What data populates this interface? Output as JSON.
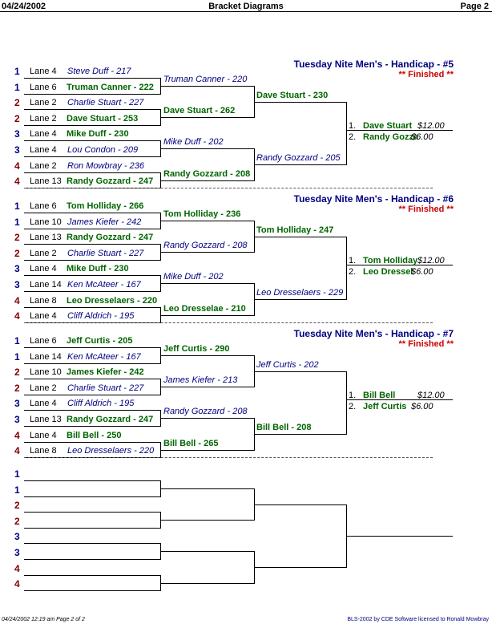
{
  "header": {
    "date": "04/24/2002",
    "title": "Bracket Diagrams",
    "page": "Page 2"
  },
  "footer": {
    "left": "04/24/2002  12:19 am  Page 2 of 2",
    "right": "BLS-2002 by CDE Software licensed to Ronald Mowbray"
  },
  "brackets": [
    {
      "title": "Tuesday Nite Men's - Handicap - #5",
      "status": "** Finished **",
      "r1": [
        {
          "seed": "1",
          "lane": "Lane 4",
          "name": "Steve Duff",
          "score": "217",
          "win": false
        },
        {
          "seed": "1",
          "lane": "Lane 6",
          "name": "Truman Canner",
          "score": "222",
          "win": true
        },
        {
          "seed": "2",
          "lane": "Lane 2",
          "name": "Charlie Stuart",
          "score": "227",
          "win": false
        },
        {
          "seed": "2",
          "lane": "Lane 2",
          "name": "Dave Stuart",
          "score": "253",
          "win": true
        },
        {
          "seed": "3",
          "lane": "Lane 4",
          "name": "Mike Duff",
          "score": "230",
          "win": true
        },
        {
          "seed": "3",
          "lane": "Lane 4",
          "name": "Lou Condon",
          "score": "209",
          "win": false
        },
        {
          "seed": "4",
          "lane": "Lane 2",
          "name": "Ron Mowbray",
          "score": "236",
          "win": false
        },
        {
          "seed": "4",
          "lane": "Lane 13",
          "name": "Randy Gozzard",
          "score": "247",
          "win": true
        }
      ],
      "r2": [
        {
          "text": "Truman Canner  - 220",
          "win": false
        },
        {
          "text": "Dave Stuart  - 262",
          "win": true
        },
        {
          "text": "Mike Duff  - 202",
          "win": false
        },
        {
          "text": "Randy Gozzard  - 208",
          "win": true
        }
      ],
      "r3": [
        {
          "text": "Dave Stuart  - 230",
          "win": true
        },
        {
          "text": "Randy Gozzard  - 205",
          "win": false
        }
      ],
      "prizes": [
        {
          "place": "1.",
          "name": "Dave Stuart",
          "amount": "$12.00"
        },
        {
          "place": "2.",
          "name": "Randy Gozza",
          "amount": "$6.00"
        }
      ]
    },
    {
      "title": "Tuesday Nite Men's - Handicap - #6",
      "status": "** Finished **",
      "r1": [
        {
          "seed": "1",
          "lane": "Lane 6",
          "name": "Tom Holliday",
          "score": "266",
          "win": true
        },
        {
          "seed": "1",
          "lane": "Lane 10",
          "name": "James Kiefer",
          "score": "242",
          "win": false
        },
        {
          "seed": "2",
          "lane": "Lane 13",
          "name": "Randy Gozzard",
          "score": "247",
          "win": true
        },
        {
          "seed": "2",
          "lane": "Lane 2",
          "name": "Charlie Stuart",
          "score": "227",
          "win": false
        },
        {
          "seed": "3",
          "lane": "Lane 4",
          "name": "Mike Duff",
          "score": "230",
          "win": true
        },
        {
          "seed": "3",
          "lane": "Lane 14",
          "name": "Ken McAteer",
          "score": "167",
          "win": false
        },
        {
          "seed": "4",
          "lane": "Lane 8",
          "name": "Leo Dresselaers",
          "score": "220",
          "win": true
        },
        {
          "seed": "4",
          "lane": "Lane 4",
          "name": "Cliff Aldrich",
          "score": "195",
          "win": false
        }
      ],
      "r2": [
        {
          "text": "Tom Holliday  - 236",
          "win": true
        },
        {
          "text": "Randy Gozzard  - 208",
          "win": false
        },
        {
          "text": "Mike Duff  - 202",
          "win": false
        },
        {
          "text": "Leo Dresselae  - 210",
          "win": true
        }
      ],
      "r3": [
        {
          "text": "Tom Holliday  - 247",
          "win": true
        },
        {
          "text": "Leo Dresselaers  - 229",
          "win": false
        }
      ],
      "prizes": [
        {
          "place": "1.",
          "name": "Tom Holliday",
          "amount": "$12.00"
        },
        {
          "place": "2.",
          "name": "Leo Dressel",
          "amount": "$6.00"
        }
      ]
    },
    {
      "title": "Tuesday Nite Men's - Handicap - #7",
      "status": "** Finished **",
      "r1": [
        {
          "seed": "1",
          "lane": "Lane 6",
          "name": "Jeff Curtis",
          "score": "205",
          "win": true
        },
        {
          "seed": "1",
          "lane": "Lane 14",
          "name": "Ken McAteer",
          "score": "167",
          "win": false
        },
        {
          "seed": "2",
          "lane": "Lane 10",
          "name": "James Kiefer",
          "score": "242",
          "win": true
        },
        {
          "seed": "2",
          "lane": "Lane 2",
          "name": "Charlie Stuart",
          "score": "227",
          "win": false
        },
        {
          "seed": "3",
          "lane": "Lane 4",
          "name": "Cliff Aldrich",
          "score": "195",
          "win": false
        },
        {
          "seed": "3",
          "lane": "Lane 13",
          "name": "Randy Gozzard",
          "score": "247",
          "win": true
        },
        {
          "seed": "4",
          "lane": "Lane 4",
          "name": "Bill Bell",
          "score": "250",
          "win": true
        },
        {
          "seed": "4",
          "lane": "Lane 8",
          "name": "Leo Dresselaers",
          "score": "220",
          "win": false
        }
      ],
      "r2": [
        {
          "text": "Jeff Curtis  - 290",
          "win": true
        },
        {
          "text": "James Kiefer  - 213",
          "win": false
        },
        {
          "text": "Randy Gozzard  - 208",
          "win": false
        },
        {
          "text": "Bill Bell  - 265",
          "win": true
        }
      ],
      "r3": [
        {
          "text": "Jeff Curtis  - 202",
          "win": false
        },
        {
          "text": "Bill Bell  - 208",
          "win": true
        }
      ],
      "prizes": [
        {
          "place": "1.",
          "name": "Bill Bell",
          "amount": "$12.00"
        },
        {
          "place": "2.",
          "name": "Jeff Curtis",
          "amount": "$6.00"
        }
      ]
    }
  ],
  "empty_bracket": {
    "seeds": [
      "1",
      "1",
      "2",
      "2",
      "3",
      "3",
      "4",
      "4"
    ]
  }
}
